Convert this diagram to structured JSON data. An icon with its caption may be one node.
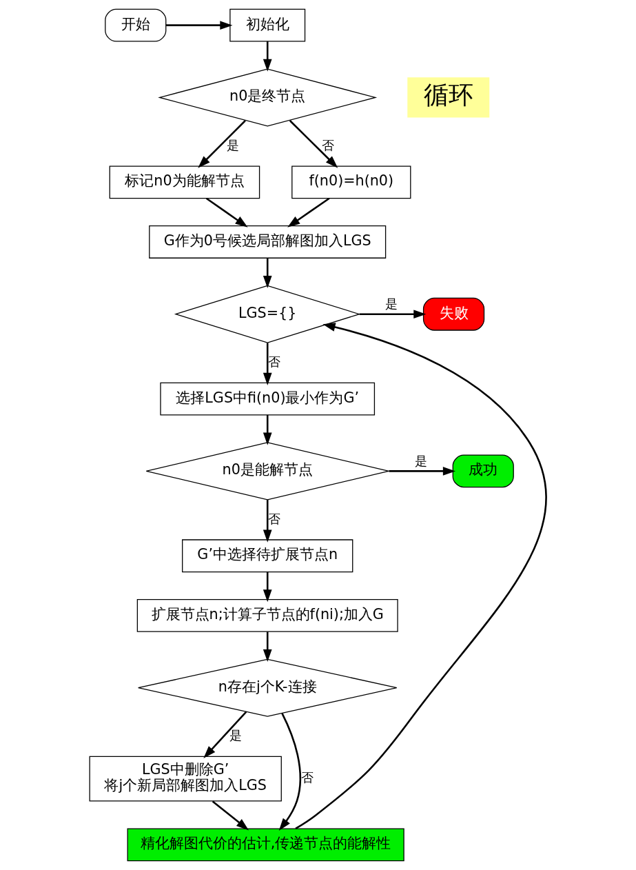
{
  "diagram": {
    "nodes": [
      {
        "text": [
          "开始"
        ]
      },
      {
        "text": [
          "初始化"
        ]
      },
      {
        "text": [
          "n0是终节点"
        ]
      },
      {
        "text": [
          "标记n0为能解节点"
        ]
      },
      {
        "text": [
          "f(n0)=h(n0)"
        ]
      },
      {
        "text": [
          "G作为0号候选局部解图加入LGS"
        ]
      },
      {
        "text": [
          "LGS={}"
        ]
      },
      {
        "text": [
          "失败"
        ]
      },
      {
        "text": [
          "选择LGS中fi(n0)最小作为G’"
        ]
      },
      {
        "text": [
          "n0是能解节点"
        ]
      },
      {
        "text": [
          "成功"
        ]
      },
      {
        "text": [
          "G’中选择待扩展节点n"
        ]
      },
      {
        "text": [
          "扩展节点n;计算子节点的f(ni);加入G"
        ]
      },
      {
        "text": [
          "n存在j个K-连接"
        ]
      },
      {
        "text": [
          "LGS中删除G’",
          "将j个新局部解图加入LGS"
        ]
      },
      {
        "text": [
          "精化解图代价的估计,传递节点的能解性"
        ]
      }
    ],
    "edges": [
      {
        "from": 0,
        "to": 1,
        "arrow": "to"
      },
      {
        "from": 1,
        "to": 2,
        "arrow": "to"
      },
      {
        "from": 2,
        "to": 3,
        "arrow": "to",
        "label": "是"
      },
      {
        "from": 2,
        "to": 4,
        "arrow": "to",
        "label": "否"
      },
      {
        "from": 3,
        "to": 5,
        "arrow": "to"
      },
      {
        "from": 4,
        "to": 5,
        "arrow": "to"
      },
      {
        "from": 5,
        "to": 6,
        "arrow": "to"
      },
      {
        "from": 6,
        "to": 7,
        "arrow": "to",
        "label": "是"
      },
      {
        "from": 6,
        "to": 8,
        "arrow": "to",
        "label": "否"
      },
      {
        "from": 8,
        "to": 9,
        "arrow": "to"
      },
      {
        "from": 9,
        "to": 10,
        "arrow": "to",
        "label": "是"
      },
      {
        "from": 9,
        "to": 11,
        "arrow": "to",
        "label": "否"
      },
      {
        "from": 11,
        "to": 12,
        "arrow": "to"
      },
      {
        "from": 12,
        "to": 13,
        "arrow": "to"
      },
      {
        "from": 13,
        "to": 14,
        "arrow": "to",
        "label": "是"
      },
      {
        "from": 13,
        "to": 15,
        "arrow": "to",
        "label": "否"
      },
      {
        "from": 14,
        "to": 15,
        "arrow": "to"
      },
      {
        "from": 15,
        "to": 6,
        "arrow": "to"
      }
    ],
    "labels": [
      "循环"
    ]
  }
}
